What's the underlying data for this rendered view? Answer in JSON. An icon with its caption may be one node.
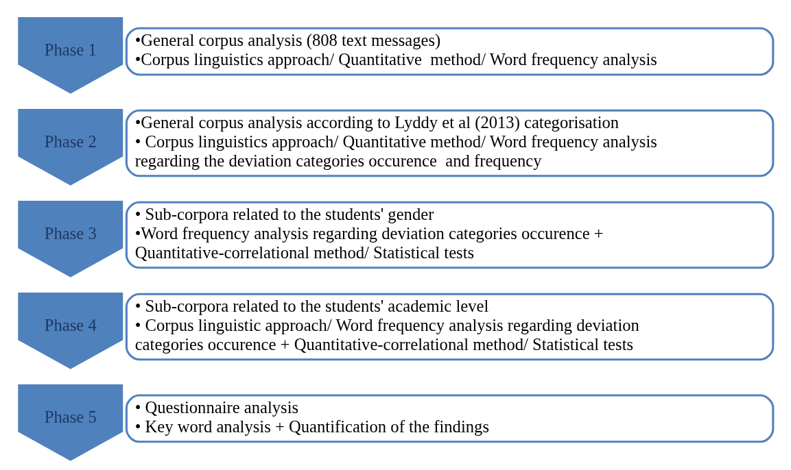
{
  "diagram": {
    "nodes": [
      {
        "text": [
          "Phase 1"
        ]
      },
      {
        "text": [
          "•General corpus analysis (808 text messages)",
          "•Corpus linguistics approach/ Quantitative  method/ Word frequency analysis"
        ]
      },
      {
        "text": [
          "Phase 2"
        ]
      },
      {
        "text": [
          "•General corpus analysis according to Lyddy et al (2013) categorisation",
          "• Corpus linguistics approach/ Quantitative method/ Word frequency analysis regarding the deviation categories occurence  and frequency"
        ]
      },
      {
        "text": [
          "Phase 3"
        ]
      },
      {
        "text": [
          "• Sub-corpora related to the students' gender",
          "•Word frequency analysis regarding deviation categories occurence + Quantitative-correlational method/ Statistical tests"
        ]
      },
      {
        "text": [
          "Phase 4"
        ]
      },
      {
        "text": [
          "• Sub-corpora related to the students' academic level",
          "• Corpus linguistic approach/ Word frequency analysis regarding deviation categories occurence + Quantitative-correlational method/ Statistical tests"
        ]
      },
      {
        "text": [
          "Phase 5"
        ]
      },
      {
        "text": [
          "• Questionnaire analysis",
          "• Key word analysis + Quantification of the findings"
        ]
      }
    ]
  }
}
